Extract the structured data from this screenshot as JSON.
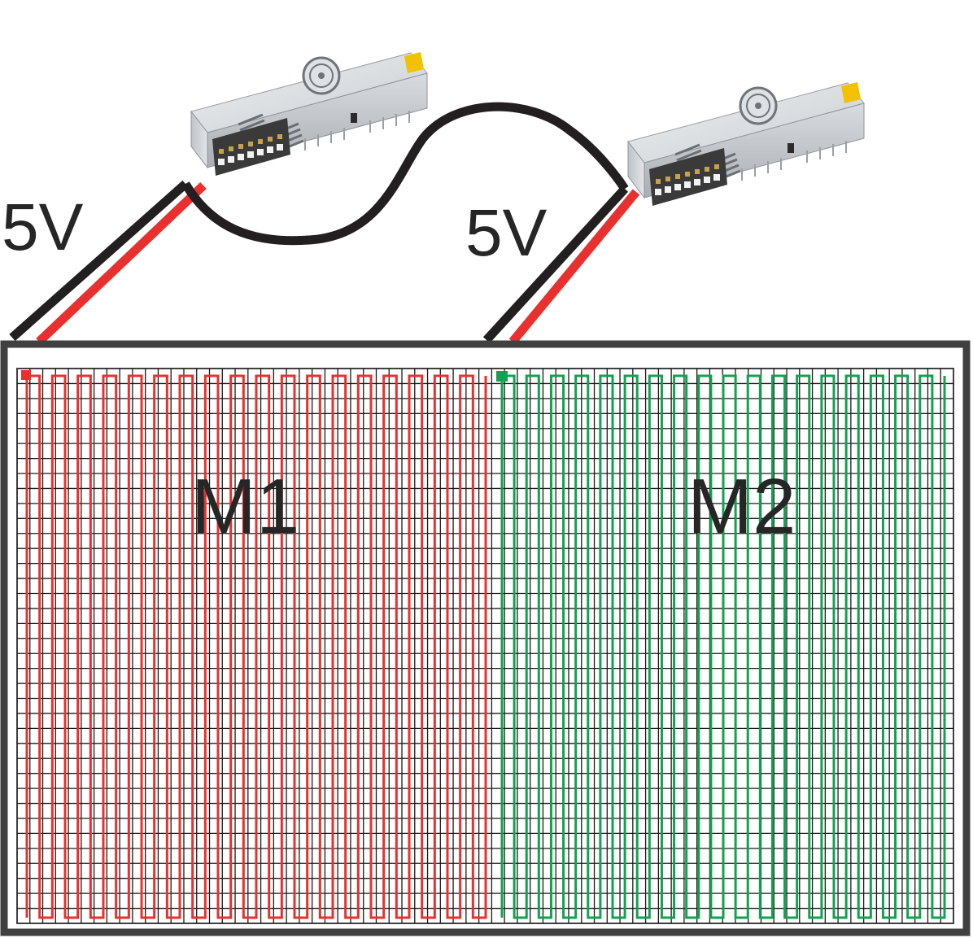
{
  "diagram": {
    "power_label_1": "5V",
    "power_label_2": "5V",
    "module_1": {
      "label": "M1",
      "strip_color": "#e8302f",
      "marker_color": "#e8302f"
    },
    "module_2": {
      "label": "M2",
      "strip_color": "#12a150",
      "marker_color": "#12a150"
    },
    "grid_columns": 73,
    "grid_rows": 37,
    "frame_color": "#404040",
    "wire_black": "#231f20",
    "wire_red": "#e8302f",
    "psu_icons": [
      "power-supply-icon",
      "power-supply-icon"
    ]
  }
}
